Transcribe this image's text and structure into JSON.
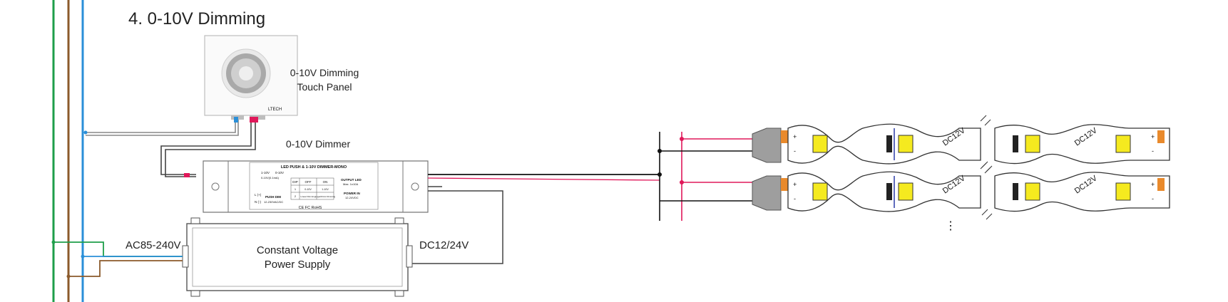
{
  "title": "4. 0-10V Dimming",
  "labels": {
    "touch_panel": [
      "0-10V Dimming",
      "Touch Panel"
    ],
    "dimmer": "0-10V Dimmer",
    "psu": [
      "Constant Voltage",
      "Power Supply"
    ],
    "ac_input": "AC85-240V",
    "dc_output": "DC12/24V"
  },
  "dimmer_box": {
    "header": "LED PUSH & 1-10V DIMMER-MONO",
    "inputs": [
      "1-10V",
      "0-10V",
      "0-10V(0.1mA)",
      "L (+)",
      "N (-)"
    ],
    "push_dim": "PUSH DIM",
    "voltage": "12-230VAC/DC",
    "table_header": [
      "DIP",
      "OFF",
      "ON"
    ],
    "table_rows": [
      [
        "1",
        "0-10V",
        "1-10V"
      ],
      [
        "2",
        "Linear Dimming",
        "Logarithmic Dimming"
      ]
    ],
    "output_led": "OUTPUT LED",
    "output_max": "Max. 1x10A",
    "power_in": "POWER IN",
    "power_in_v": "12-24VDC",
    "cert": "CE FC RoHS"
  },
  "strip": {
    "marking": "DC12V",
    "plus": "+",
    "minus": "-",
    "continuation": "⋮"
  },
  "colors": {
    "wire_green": "#1e9e4a",
    "wire_brown": "#8b5a2b",
    "wire_blue": "#2a8fd8",
    "wire_red": "#e0185a",
    "led_yellow": "#f5ea1f",
    "strip_pad": "#e98a2c"
  }
}
